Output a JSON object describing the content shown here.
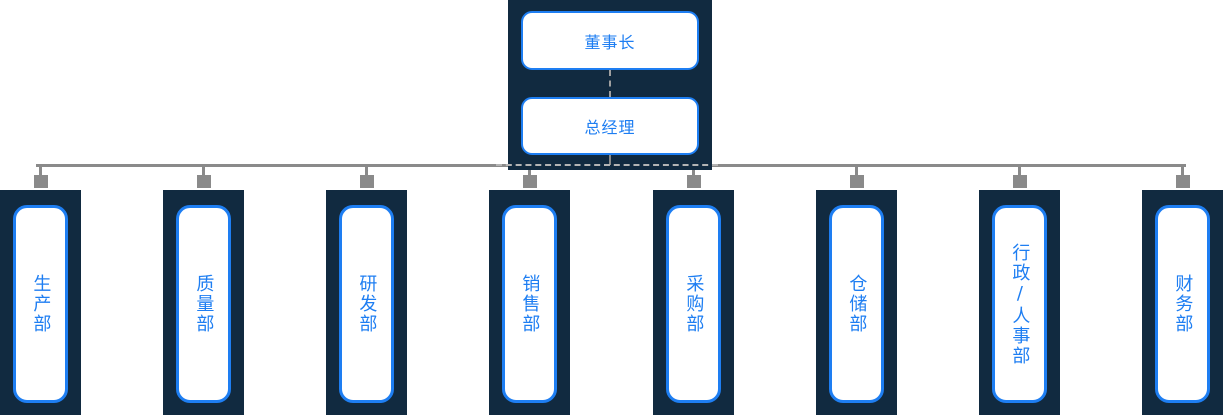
{
  "diagram_type": "org-chart",
  "colors": {
    "node_dark_background": "#112A40",
    "accent_blue": "#1E7EF2",
    "card_background": "#FFFFFF",
    "connector_gray": "#8A8A8A",
    "dashed_line_gray": "#B4B4B4",
    "page_background": "#FFFFFF"
  },
  "executives": [
    {
      "label": "董事长"
    },
    {
      "label": "总经理"
    }
  ],
  "departments": [
    {
      "label": "生产部"
    },
    {
      "label": "质量部"
    },
    {
      "label": "研发部"
    },
    {
      "label": "销售部"
    },
    {
      "label": "采购部"
    },
    {
      "label": "仓储部"
    },
    {
      "label": "行政/人事部"
    },
    {
      "label": "财务部"
    }
  ]
}
